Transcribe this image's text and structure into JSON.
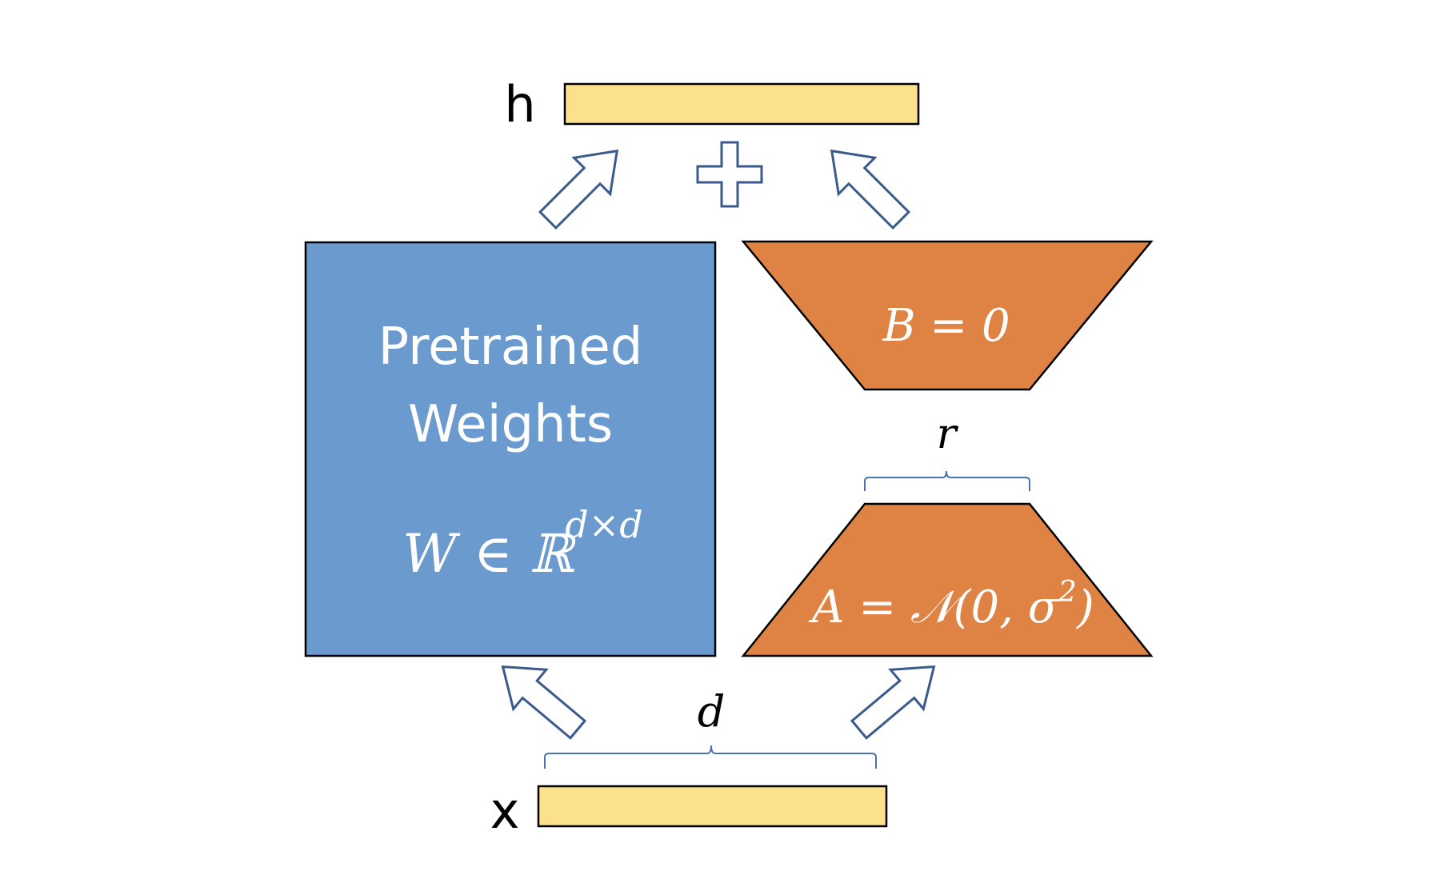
{
  "output_label": "h",
  "input_label": "x",
  "plus_symbol": "+",
  "pretrained": {
    "line1": "Pretrained",
    "line2": "Weights",
    "formula_main": "W ∈ ℝ",
    "formula_sup": "d×d"
  },
  "matrix_b": {
    "formula": "B = 0"
  },
  "matrix_a": {
    "formula_main": "A = 𝒩(0, σ",
    "formula_sup": "2",
    "formula_end": ")"
  },
  "rank_label": "r",
  "dim_label": "d",
  "colors": {
    "vector_fill": "#FBE08E",
    "pretrained_fill": "#6A9ACE",
    "lora_fill": "#DE8344",
    "arrow_stroke": "#3A5A8C",
    "brace_stroke": "#4A72B0"
  }
}
